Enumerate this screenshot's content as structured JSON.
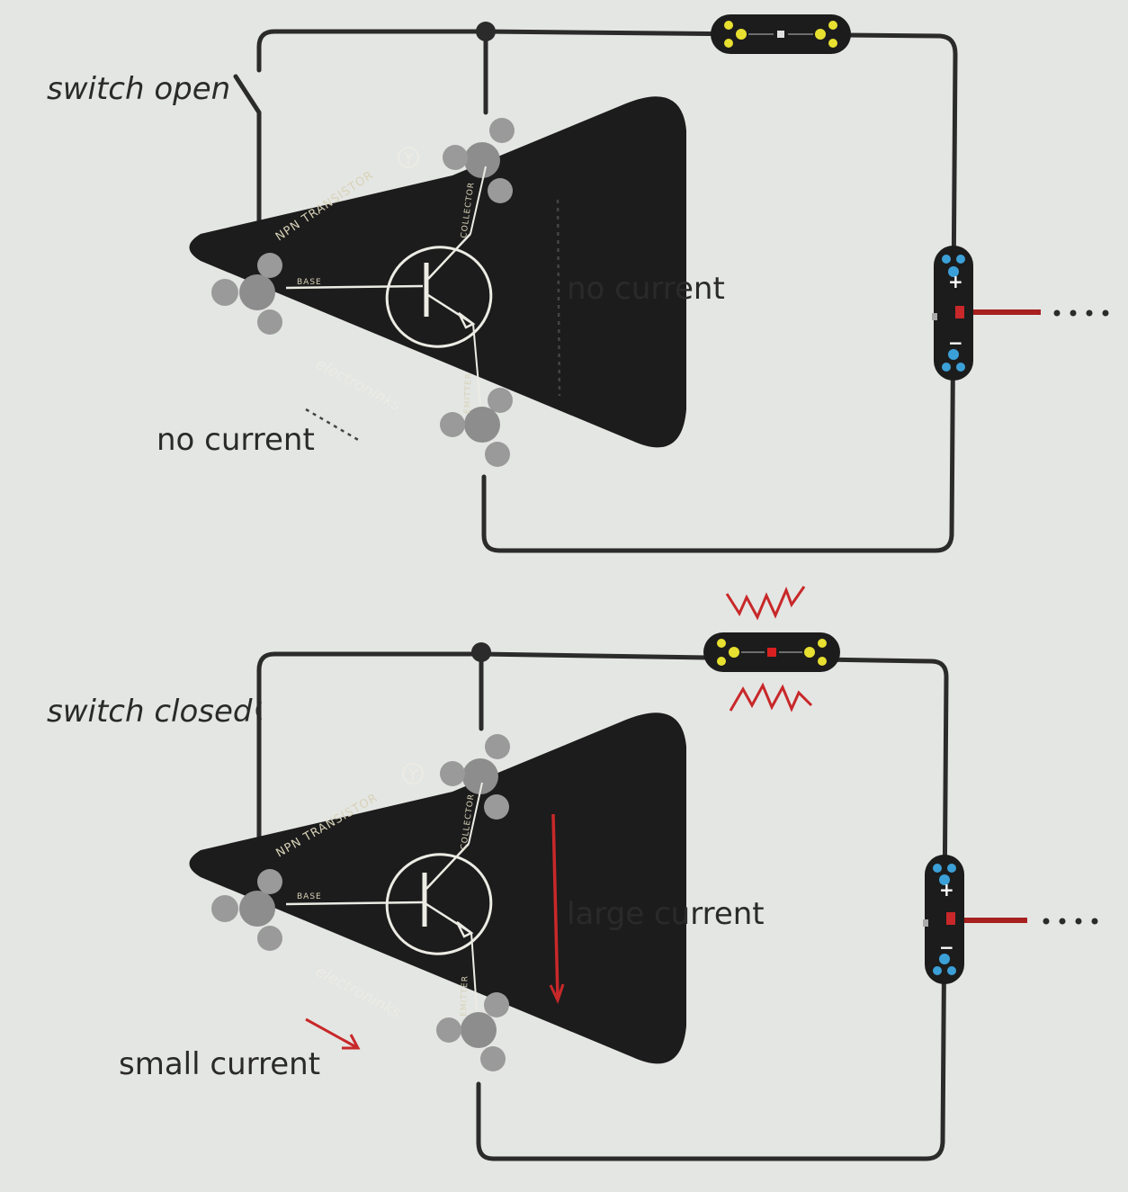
{
  "diagrams": [
    {
      "switch_label": "switch open",
      "base_current_label": "no current",
      "collector_current_label": "no current",
      "led_glowing": false
    },
    {
      "switch_label": "switch closed",
      "base_current_label": "small current",
      "collector_current_label": "large current",
      "led_glowing": true
    }
  ],
  "transistor": {
    "title": "NPN TRANSISTOR",
    "base_label": "BASE",
    "collector_label": "COLLECTOR",
    "emitter_label": "EMITTER",
    "brand": "electroninks"
  },
  "battery": {
    "plus": "+",
    "minus": "−"
  },
  "colors": {
    "board": "#1c1c1c",
    "pad": "#9a9a9a",
    "led_dot": "#e8e030",
    "battery_dot": "#3ca0d8",
    "arrow": "#c8282a",
    "wire": "#2b2b2b"
  },
  "icons": [
    "transistor-symbol-icon",
    "lightning-icon",
    "dots-icon"
  ]
}
